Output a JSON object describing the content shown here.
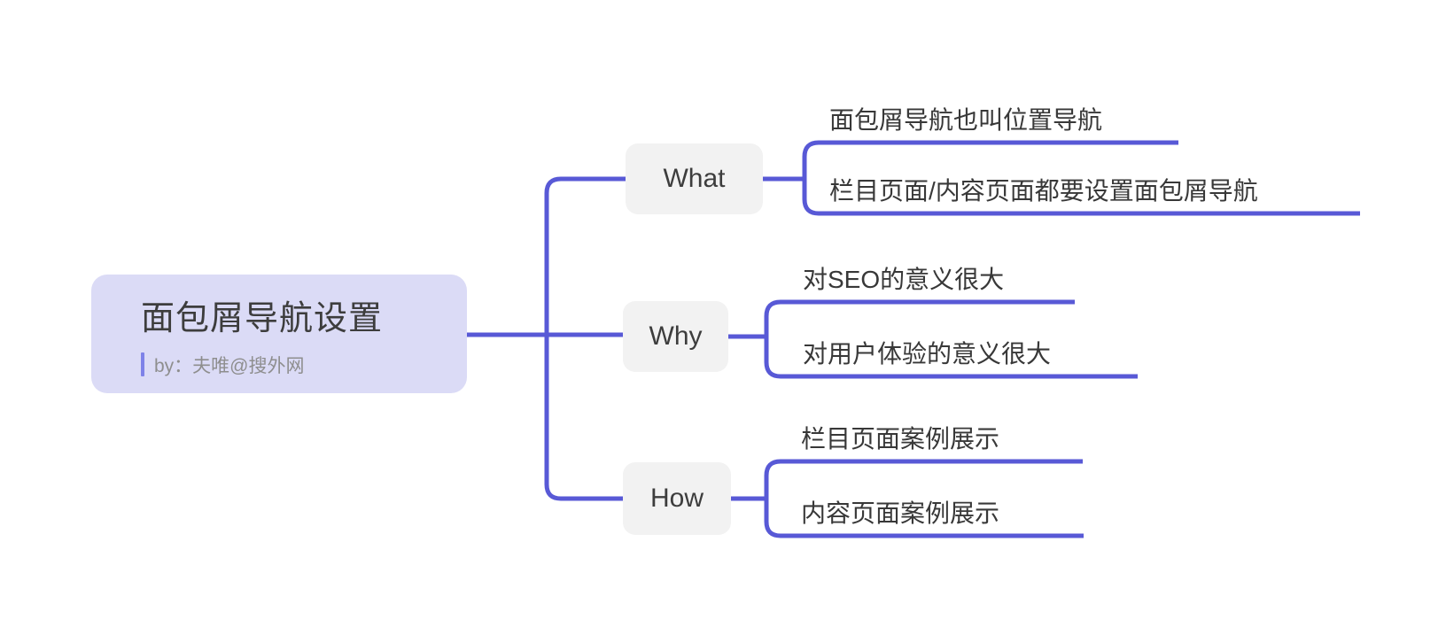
{
  "theme": {
    "background": "#FFFFFF",
    "line_color": "#5859D6",
    "root_fill": "#DBDBF6",
    "node_fill": "#F2F2F2",
    "text_color": "#3D3D3D",
    "byline_color": "#8E8E8E",
    "byline_bar_color": "#7E82E8"
  },
  "root": {
    "title": "面包屑导航设置",
    "byline": "by：夫唯@搜外网"
  },
  "branches": [
    {
      "label": "What",
      "children": [
        "面包屑导航也叫位置导航",
        "栏目页面/内容页面都要设置面包屑导航"
      ]
    },
    {
      "label": "Why",
      "children": [
        "对SEO的意义很大",
        "对用户体验的意义很大"
      ]
    },
    {
      "label": "How",
      "children": [
        "栏目页面案例展示",
        "内容页面案例展示"
      ]
    }
  ]
}
